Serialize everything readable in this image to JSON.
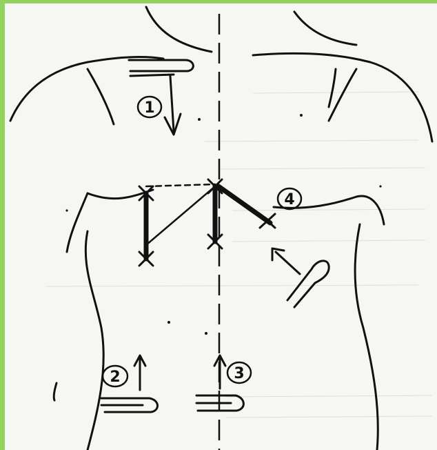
{
  "diagram": {
    "markers": [
      {
        "id": "1",
        "label": "1"
      },
      {
        "id": "2",
        "label": "2"
      },
      {
        "id": "3",
        "label": "3"
      },
      {
        "id": "4",
        "label": "4"
      }
    ]
  },
  "colors": {
    "frame": "#93d25c",
    "paper": "#f6f6f3",
    "ink": "#111111"
  }
}
